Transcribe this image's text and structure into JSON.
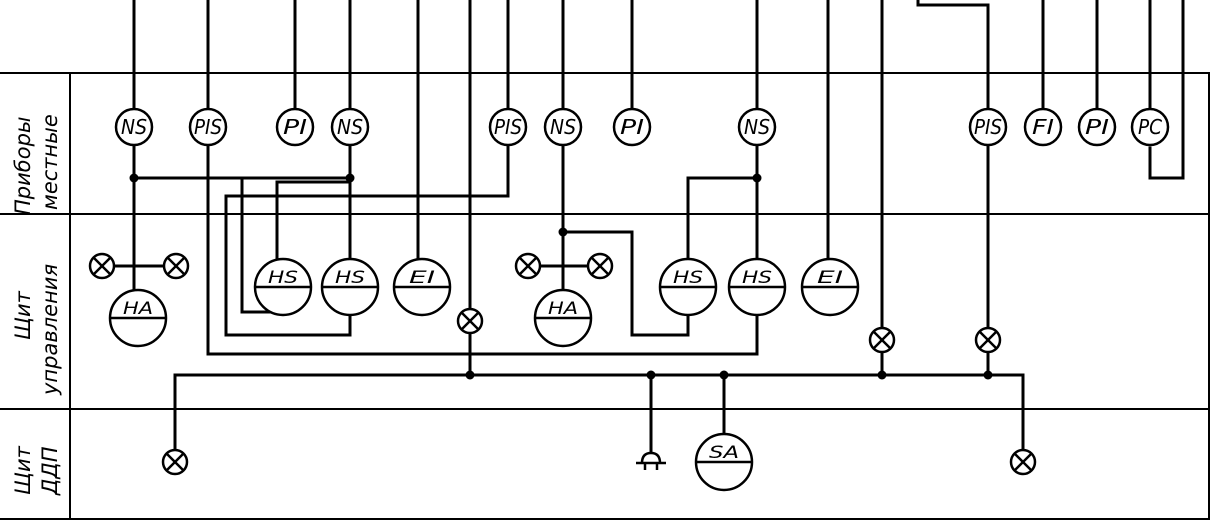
{
  "rows": {
    "local": {
      "line1": "Приборы",
      "line2": "местные"
    },
    "control": {
      "line1": "Щит",
      "line2": "управления"
    },
    "ddp": {
      "line1": "Щит",
      "line2": "ДДП"
    }
  },
  "instruments_local": [
    "NS",
    "PIS",
    "PI",
    "NS",
    "PIS",
    "NS",
    "PI",
    "NS",
    "PIS",
    "FI",
    "PI",
    "PC"
  ],
  "instruments_panel": [
    "HA",
    "HS",
    "HS",
    "EI",
    "HA",
    "HS",
    "HS",
    "EI"
  ],
  "instruments_ddp": [
    "SA"
  ],
  "colors": {
    "line": "#000000",
    "background": "#ffffff"
  }
}
